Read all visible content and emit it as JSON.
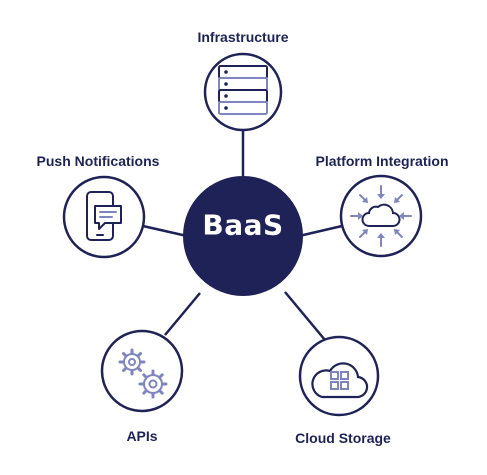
{
  "hub": {
    "label": "BaaS",
    "color": "#1e2257"
  },
  "nodes": [
    {
      "id": "infrastructure",
      "label": "Infrastructure",
      "icon": "server-rack-icon"
    },
    {
      "id": "platform-integration",
      "label": "Platform Integration",
      "icon": "cloud-arrows-icon"
    },
    {
      "id": "cloud-storage",
      "label": "Cloud Storage",
      "icon": "cloud-grid-icon"
    },
    {
      "id": "apis",
      "label": "APIs",
      "icon": "gears-icon"
    },
    {
      "id": "push-notifications",
      "label": "Push Notifications",
      "icon": "phone-message-icon"
    }
  ],
  "colors": {
    "dark": "#1e2257",
    "accent": "#7f86bd",
    "background": "#ffffff"
  }
}
